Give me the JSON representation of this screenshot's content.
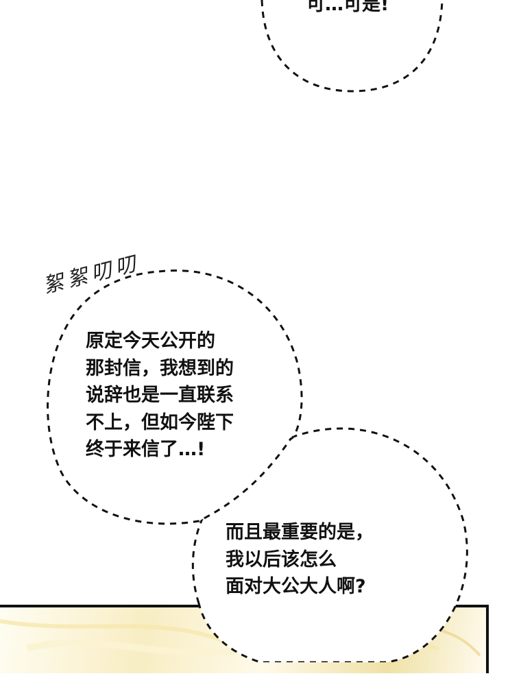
{
  "top_bubble": {
    "text": "可…可是!"
  },
  "sound_effect": {
    "text": "絮絮叨叨"
  },
  "bubble_1": {
    "text": "原定今天公开的\n那封信，我想到的\n说辞也是一直联系\n不上，但如今陛下\n终于来信了…!"
  },
  "bubble_2": {
    "text": "而且最重要的是，\n我以后该怎么\n面对大公大人啊?"
  },
  "colors": {
    "ink": "#111111",
    "panel_gold": "#f3e4a8",
    "background": "#ffffff"
  }
}
